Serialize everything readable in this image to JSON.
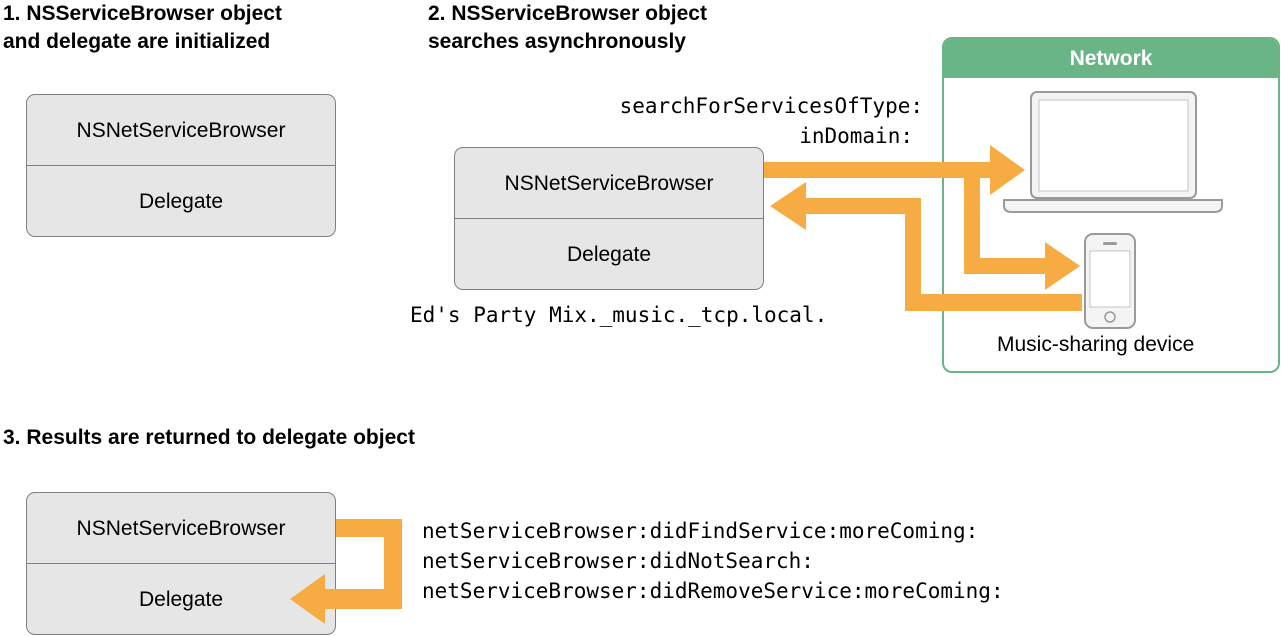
{
  "steps": {
    "step1": [
      "1. NSServiceBrowser object",
      "and delegate are initialized"
    ],
    "step2": [
      "2. NSServiceBrowser object",
      "searches asynchronously"
    ],
    "step3": "3. Results are returned to delegate object"
  },
  "objects": {
    "browser_label": "NSNetServiceBrowser",
    "delegate_label": "Delegate"
  },
  "search_call": [
    "searchForServicesOfType:",
    "inDomain:"
  ],
  "found_service": "Ed's Party Mix._music._tcp.local.",
  "network": {
    "title": "Network",
    "device_label": "Music-sharing device"
  },
  "delegate_methods": [
    "netServiceBrowser:didFindService:moreComing:",
    "netServiceBrowser:didNotSearch:",
    "netServiceBrowser:didRemoveService:moreComing:"
  ],
  "colors": {
    "arrow": "#f6ac43",
    "network": "#69b585",
    "box_fill": "#e6e6e6",
    "box_border": "#808080"
  }
}
